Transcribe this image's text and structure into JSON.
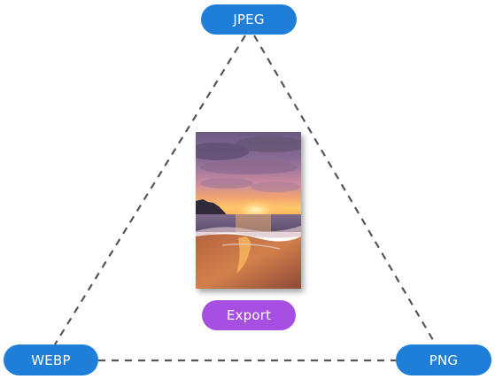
{
  "nodes": {
    "jpeg": {
      "label": "JPEG"
    },
    "webp": {
      "label": "WEBP"
    },
    "png": {
      "label": "PNG"
    }
  },
  "center": {
    "image_icon": "sunset-beach-photo",
    "export_label": "Export"
  },
  "colors": {
    "format_pill": "#1f7fd8",
    "export_pill": "#a64fe0",
    "connector": "#555555"
  }
}
